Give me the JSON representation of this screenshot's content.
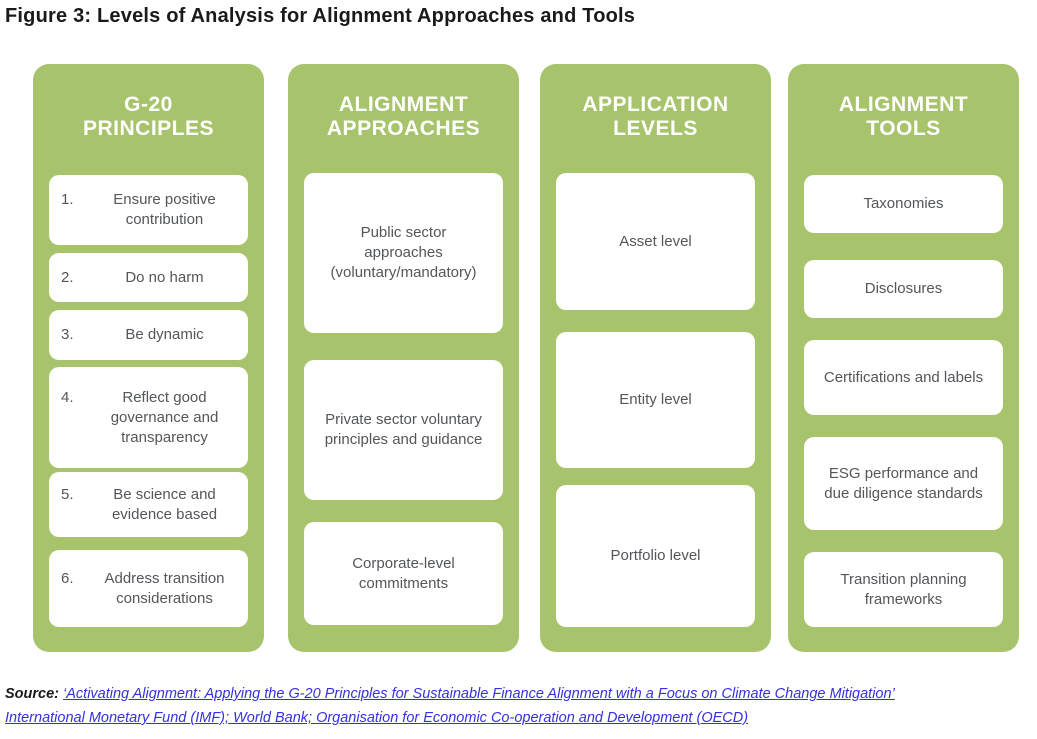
{
  "figure_title": "Figure 3: Levels of Analysis for Alignment Approaches and Tools",
  "colors": {
    "column_green": "#a7c46d",
    "header_text": "#ffffff",
    "box_text": "#53565a",
    "link_blue": "#3530e0"
  },
  "columns": [
    {
      "header_lines": [
        "G-20",
        "PRINCIPLES"
      ],
      "items": [
        {
          "num": "1.",
          "text": "Ensure positive contribution"
        },
        {
          "num": "2.",
          "text": "Do no harm"
        },
        {
          "num": "3.",
          "text": "Be dynamic"
        },
        {
          "num": "4.",
          "text": "Reflect good governance and transparency"
        },
        {
          "num": "5.",
          "text": "Be science and evidence based"
        },
        {
          "num": "6.",
          "text": "Address transition considerations"
        }
      ]
    },
    {
      "header_lines": [
        "ALIGNMENT",
        "APPROACHES"
      ],
      "items": [
        {
          "text": "Public sector approaches (voluntary/mandatory)"
        },
        {
          "text": "Private sector voluntary principles and guidance"
        },
        {
          "text": "Corporate-level commitments"
        }
      ]
    },
    {
      "header_lines": [
        "APPLICATION",
        "LEVELS"
      ],
      "items": [
        {
          "text": "Asset level"
        },
        {
          "text": "Entity level"
        },
        {
          "text": "Portfolio level"
        }
      ]
    },
    {
      "header_lines": [
        "ALIGNMENT",
        "TOOLS"
      ],
      "items": [
        {
          "text": "Taxonomies"
        },
        {
          "text": "Disclosures"
        },
        {
          "text": "Certifications and labels"
        },
        {
          "text": "ESG performance and due diligence standards"
        },
        {
          "text": "Transition planning frameworks"
        }
      ]
    }
  ],
  "source": {
    "label": "Source:",
    "link1": "‘Activating Alignment: Applying the G-20 Principles for Sustainable Finance Alignment with a Focus on Climate Change Mitigation’",
    "link2": "International Monetary Fund (IMF); World Bank; Organisation for Economic Co-operation and Development (OECD)"
  }
}
